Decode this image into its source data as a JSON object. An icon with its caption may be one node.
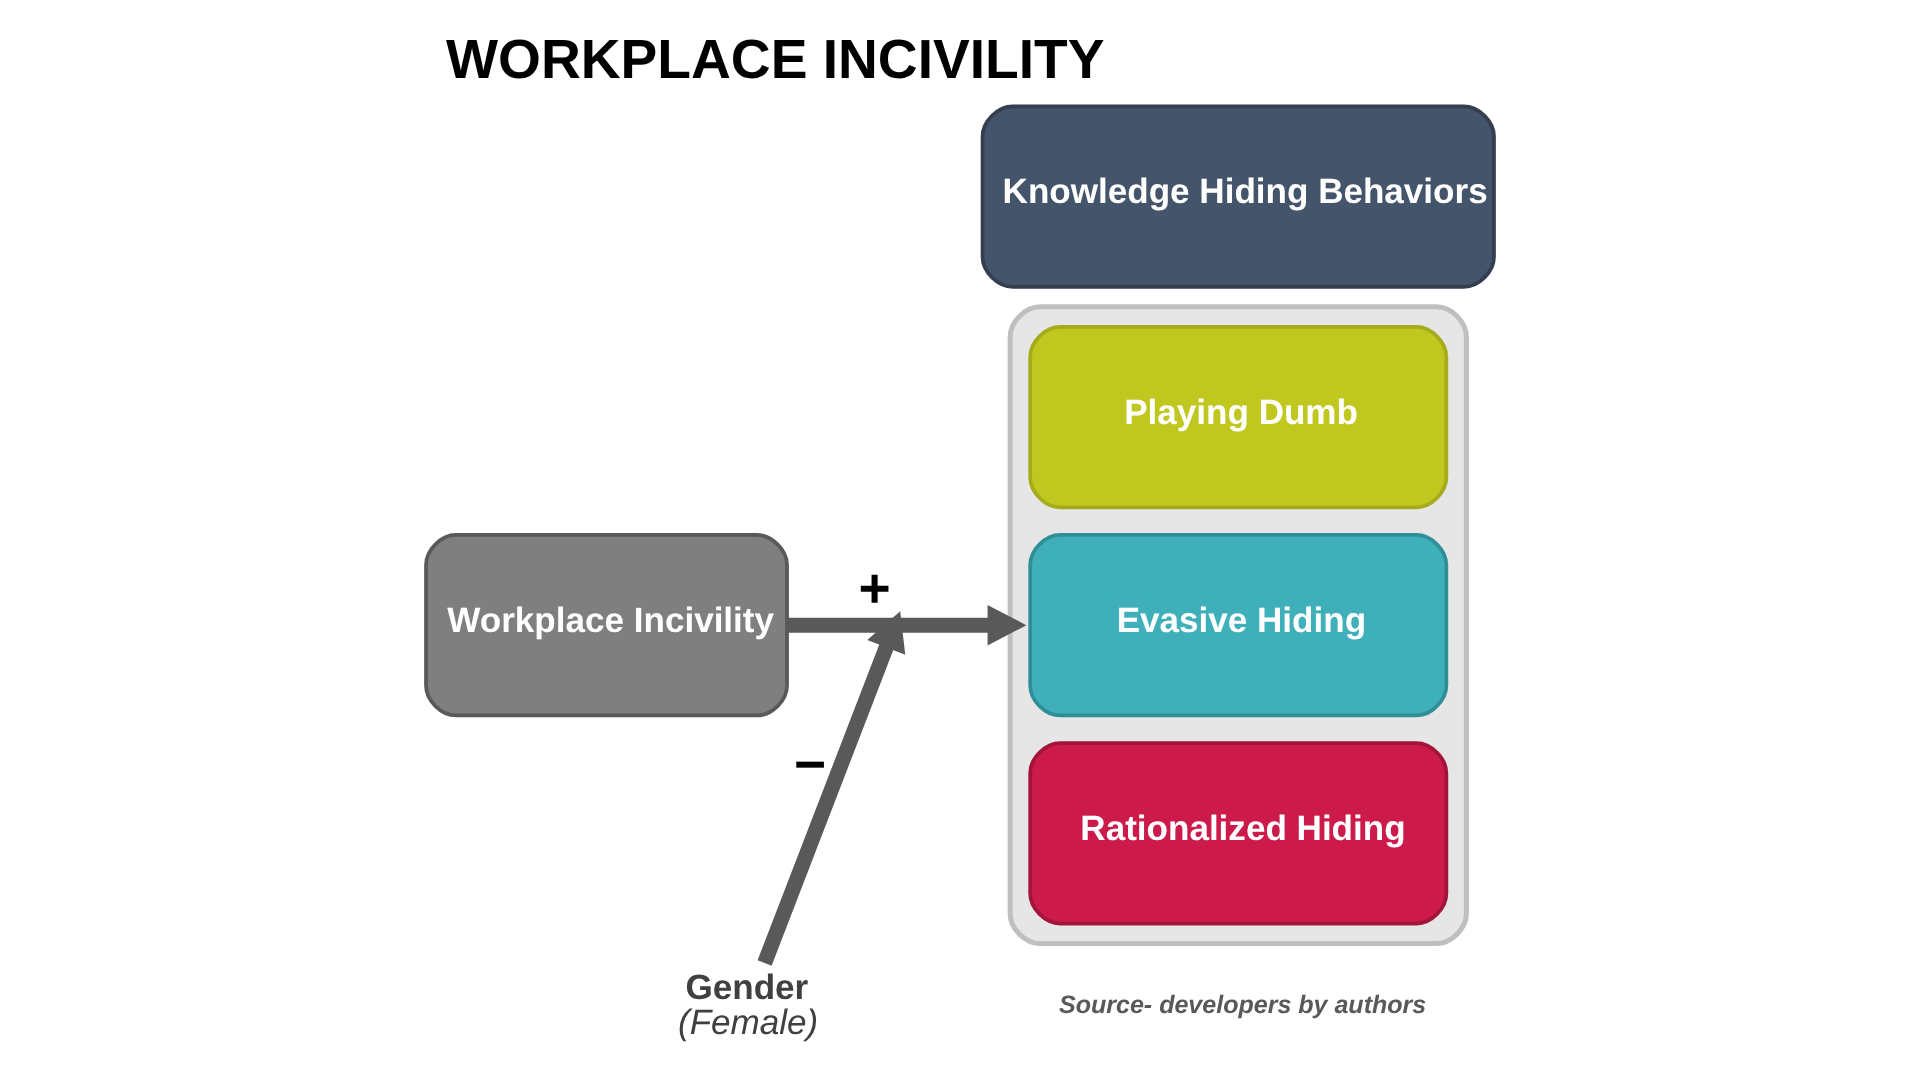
{
  "diagram": {
    "title": "WORKPLACE INCIVILITY",
    "caption": "Source- developers by authors",
    "nodes": [
      {
        "text": [
          "Workplace Incivility"
        ]
      },
      {
        "text": [
          "Knowledge Hiding Behaviors"
        ]
      },
      {
        "text": [],
        "shape": "box"
      },
      {
        "text": [
          "Playing Dumb"
        ],
        "in": 2
      },
      {
        "text": [
          "Evasive Hiding"
        ],
        "in": 2
      },
      {
        "text": [
          "Rationalized Hiding"
        ],
        "in": 2
      },
      {
        "text": [
          "Gender",
          "(Female)"
        ]
      }
    ],
    "edges": [
      {
        "from": 0,
        "to": 2,
        "arrow": "to",
        "label": "+"
      },
      {
        "from": 6,
        "to": null,
        "arrow": "to",
        "label": "−"
      }
    ]
  }
}
